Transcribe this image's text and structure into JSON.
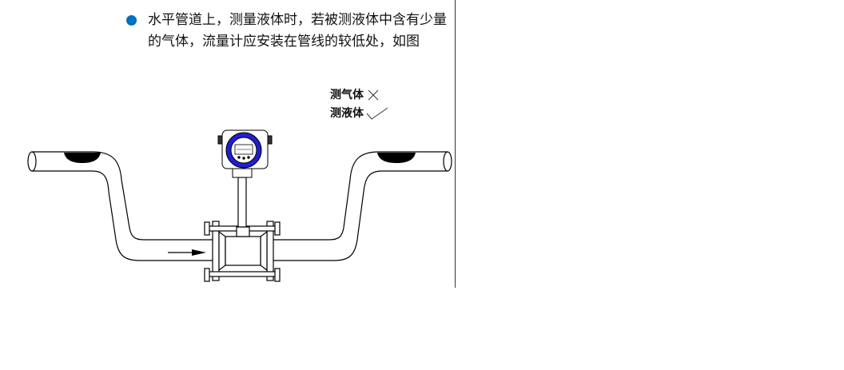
{
  "bullet": {
    "text": "水平管道上，测量液体时，若被测液体中含有少量的气体，流量计应安装在管线的较低处，如图",
    "dot_color": "#0070C0"
  },
  "legend": {
    "gas_label": "测气体",
    "gas_mark": "wrong-cross-icon",
    "liquid_label": "测液体",
    "liquid_mark": "correct-check-icon"
  },
  "colors": {
    "transmitter_ring": "#1F1FD0",
    "line": "#000000",
    "gas_pocket": "#000000"
  }
}
